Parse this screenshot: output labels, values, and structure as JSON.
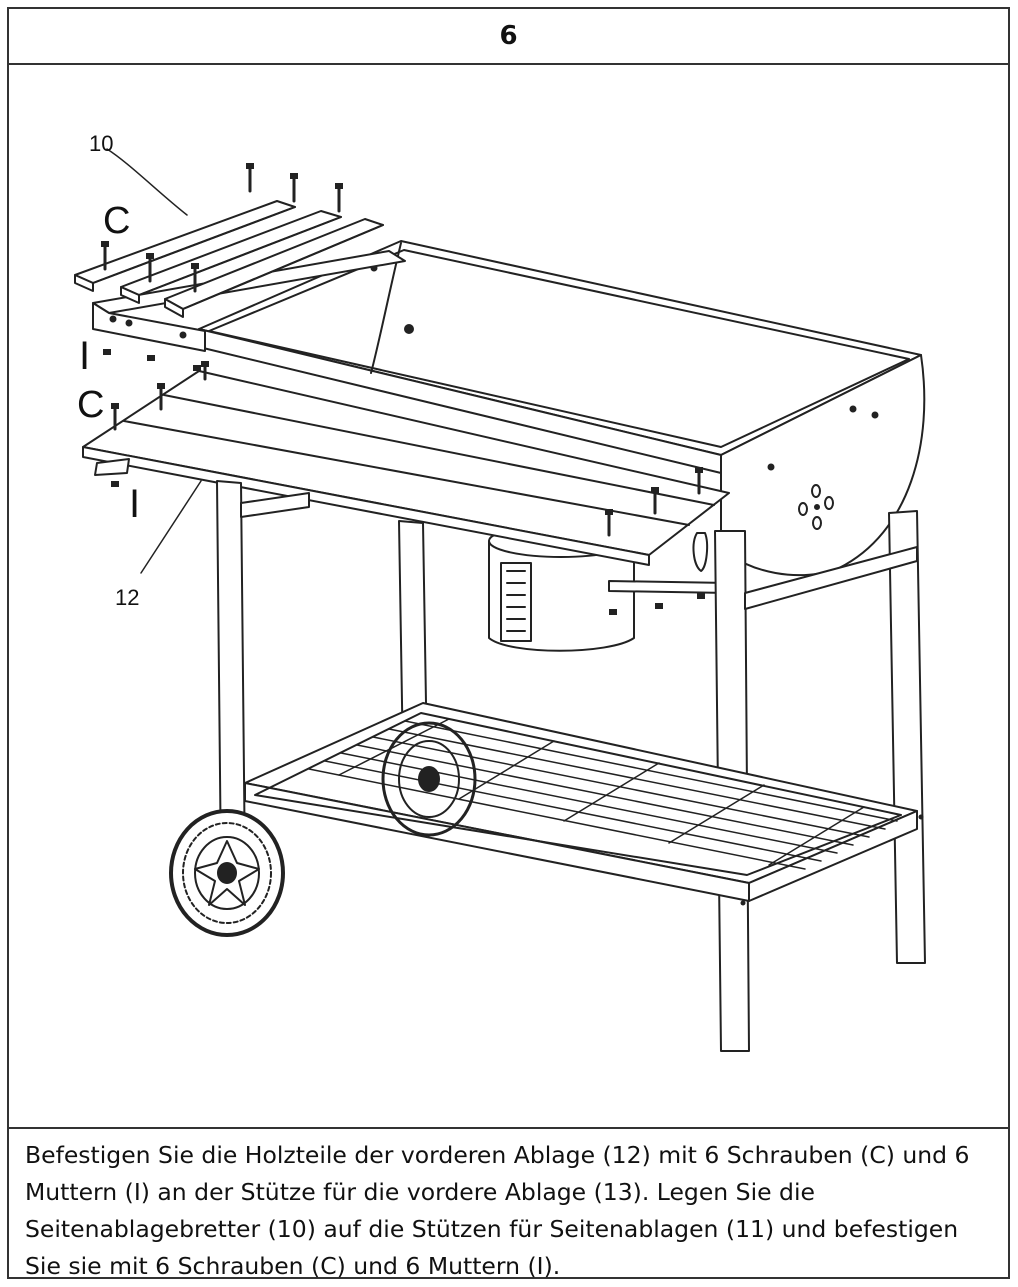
{
  "step": {
    "number": "6"
  },
  "illustration": {
    "labels": {
      "part_side_shelf": "10",
      "part_front_shelf": "12",
      "screw_top": "C",
      "nut_top": "I",
      "screw_front": "C",
      "nut_front": "I"
    },
    "stroke_color": "#222222"
  },
  "caption": {
    "text": "Befestigen Sie die Holzteile der vorderen Ablage (12) mit 6 Schrauben (C) und 6 Muttern (I) an der Stütze für die vordere Ablage (13). Legen Sie die Seitenablagebretter (10) auf die Stützen für Seitenablagen (11) und befestigen Sie sie mit 6 Schrauben (C) und 6 Muttern (I)."
  }
}
